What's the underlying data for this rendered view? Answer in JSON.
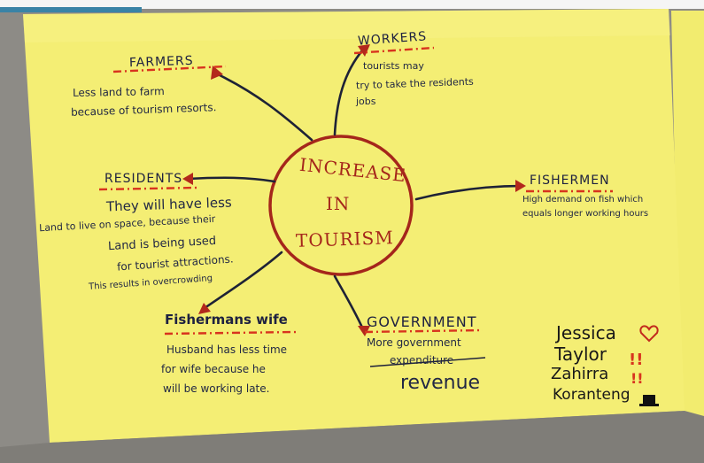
{
  "colors": {
    "paper": "#f2ec73",
    "marker_red": "#a5261b",
    "dash_red": "#d8331e",
    "ink_dark": "#1c1f3a"
  },
  "center": {
    "lines": [
      "INCREASE",
      "IN",
      "TOURISM"
    ]
  },
  "branches": {
    "farmers": {
      "title": "FARMERS",
      "lines": [
        "Less land to farm",
        "because of tourism resorts."
      ]
    },
    "workers": {
      "title": "WORKERS",
      "lines": [
        "tourists may",
        "try to take the residents",
        "jobs"
      ]
    },
    "residents": {
      "title": "RESIDENTS",
      "lines": [
        "They will have less",
        "Land to live on space, because their",
        "Land is being used",
        "for tourist attractions.",
        "This results in overcrowding"
      ]
    },
    "fishermen": {
      "title": "FISHERMEN",
      "lines": [
        "High demand on fish which",
        "equals longer working hours"
      ]
    },
    "wife": {
      "title": "Fishermans wife",
      "lines": [
        "Husband has less time",
        "for wife because he",
        "will be working late."
      ]
    },
    "government": {
      "title": "GOVERNMENT",
      "lines": [
        "More government",
        "expenditure",
        "revenue"
      ]
    }
  },
  "signatures": [
    "Jessica",
    "Taylor",
    "Zahirra",
    "Koranteng"
  ]
}
